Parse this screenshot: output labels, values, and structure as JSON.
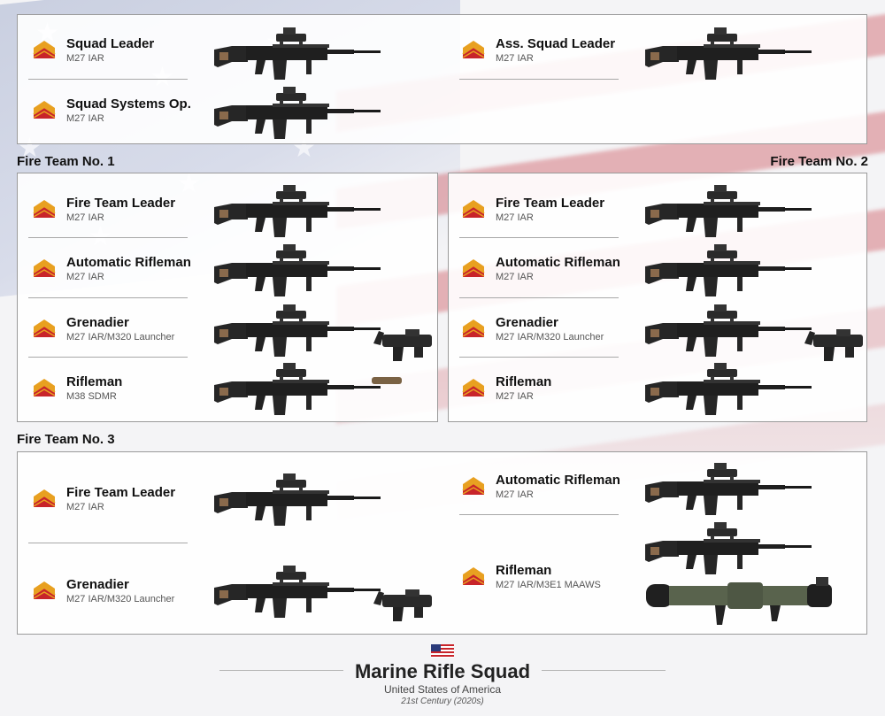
{
  "squad_hq": {
    "squad_leader": {
      "role": "Squad Leader",
      "weapon": "M27 IAR"
    },
    "systems_op": {
      "role": "Squad Systems Op.",
      "weapon": "M27 IAR"
    },
    "asst_leader": {
      "role": "Ass. Squad Leader",
      "weapon": "M27 IAR"
    }
  },
  "fire_team_1": {
    "title": "Fire Team No. 1",
    "members": [
      {
        "role": "Fire Team Leader",
        "weapon": "M27 IAR"
      },
      {
        "role": "Automatic Rifleman",
        "weapon": "M27 IAR"
      },
      {
        "role": "Grenadier",
        "weapon": "M27 IAR/M320 Launcher"
      },
      {
        "role": "Rifleman",
        "weapon": "M38 SDMR"
      }
    ]
  },
  "fire_team_2": {
    "title": "Fire Team No. 2",
    "members": [
      {
        "role": "Fire Team Leader",
        "weapon": "M27 IAR"
      },
      {
        "role": "Automatic Rifleman",
        "weapon": "M27 IAR"
      },
      {
        "role": "Grenadier",
        "weapon": "M27 IAR/M320 Launcher"
      },
      {
        "role": "Rifleman",
        "weapon": "M27 IAR"
      }
    ]
  },
  "fire_team_3": {
    "title": "Fire Team No. 3",
    "members": [
      {
        "role": "Fire Team Leader",
        "weapon": "M27 IAR"
      },
      {
        "role": "Grenadier",
        "weapon": "M27 IAR/M320 Launcher"
      },
      {
        "role": "Automatic Rifleman",
        "weapon": "M27 IAR"
      },
      {
        "role": "Rifleman",
        "weapon": "M27 IAR/M3E1 MAAWS"
      }
    ]
  },
  "footer": {
    "title": "Marine Rifle Squad",
    "subtitle": "United States of America",
    "era": "21st Century (2020s)"
  },
  "icons": {
    "rank": "lance-corporal-chevron-icon",
    "rifle": "m27-rifle-icon",
    "launcher": "m320-launcher-icon",
    "maaws": "maaws-launcher-icon",
    "flag": "us-flag-icon"
  },
  "colors": {
    "chevron_gold": "#e8a020",
    "chevron_red": "#c8242a",
    "panel_border": "#9a9a9a",
    "suppressor": "#7a6244",
    "maaws_green": "#59634d"
  }
}
